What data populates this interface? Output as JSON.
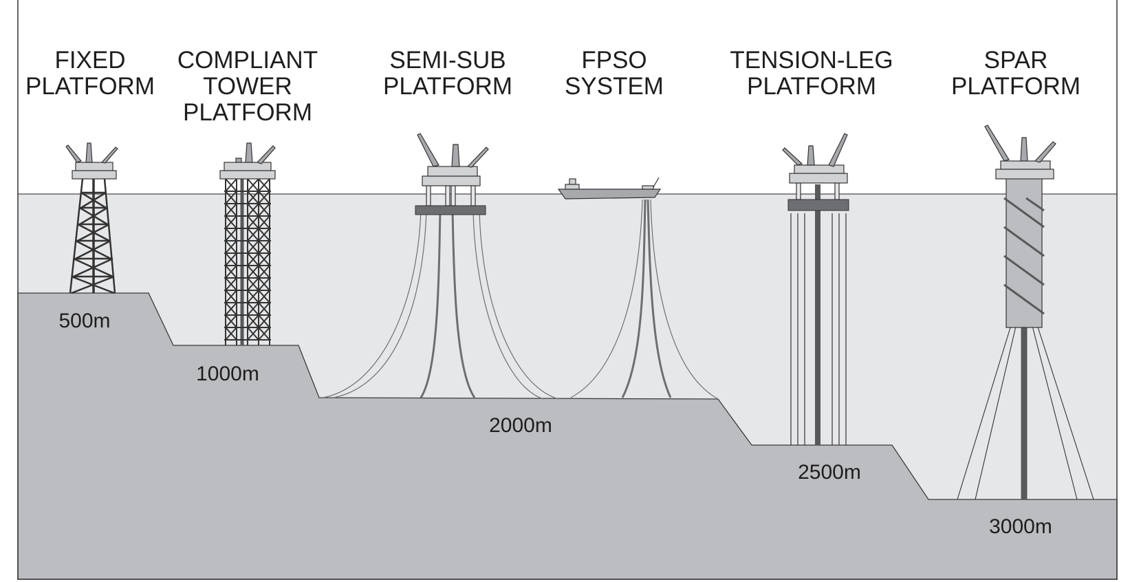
{
  "platforms": [
    {
      "key": "fixed",
      "title_lines": [
        "FIXED",
        "PLATFORM"
      ],
      "depth": "500m"
    },
    {
      "key": "compliant",
      "title_lines": [
        "COMPLIANT",
        "TOWER",
        "PLATFORM"
      ],
      "depth": "1000m"
    },
    {
      "key": "semisub",
      "title_lines": [
        "SEMI-SUB",
        "PLATFORM"
      ],
      "depth": "2000m"
    },
    {
      "key": "fpso",
      "title_lines": [
        "FPSO",
        "SYSTEM"
      ],
      "depth": ""
    },
    {
      "key": "tlp",
      "title_lines": [
        "TENSION-LEG",
        "PLATFORM"
      ],
      "depth": "2500m"
    },
    {
      "key": "spar",
      "title_lines": [
        "SPAR",
        "PLATFORM"
      ],
      "depth": "3000m"
    }
  ],
  "colors": {
    "sky": "#ffffff",
    "water": "#e6e7e9",
    "seabed": "#bcbdc0",
    "outline": "#3a3a3a",
    "structure": "#6d6e71",
    "deck": "#d1d2d4",
    "hull": "#a7a9ac",
    "dark": "#58595b"
  }
}
